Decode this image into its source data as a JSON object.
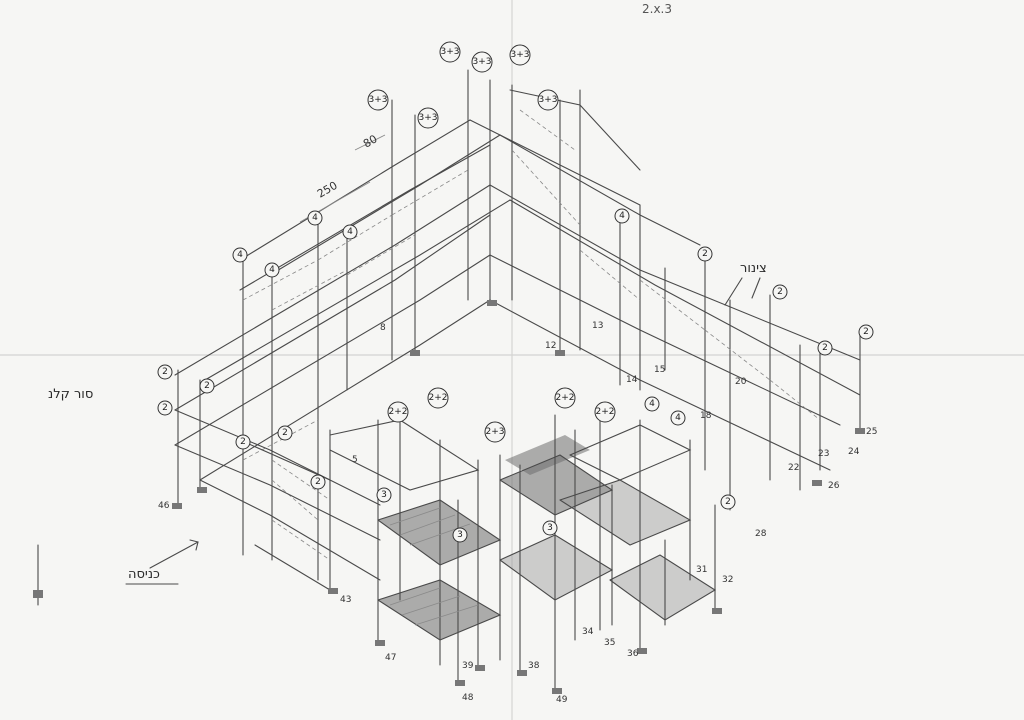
{
  "sheet_code": "2.x.3",
  "hebrew_notes": {
    "entrance": "כניסה",
    "floor_note": "סור קלנ",
    "side_note": "צינור"
  },
  "dimension_label": "250",
  "dimension_label_short": "80",
  "level_markers": [
    {
      "text": "3+3"
    },
    {
      "text": "3+3"
    },
    {
      "text": "3+3"
    },
    {
      "text": "3+3"
    },
    {
      "text": "3+3"
    },
    {
      "text": "3+3"
    },
    {
      "text": "4"
    },
    {
      "text": "4"
    },
    {
      "text": "4"
    },
    {
      "text": "4"
    },
    {
      "text": "4"
    },
    {
      "text": "2"
    },
    {
      "text": "2"
    },
    {
      "text": "2"
    },
    {
      "text": "2"
    },
    {
      "text": "2"
    },
    {
      "text": "2"
    },
    {
      "text": "2"
    },
    {
      "text": "2"
    },
    {
      "text": "2+2"
    },
    {
      "text": "2+2"
    },
    {
      "text": "2+2"
    },
    {
      "text": "2+2"
    },
    {
      "text": "2+3"
    },
    {
      "text": "3"
    },
    {
      "text": "3"
    },
    {
      "text": "3"
    },
    {
      "text": "4"
    },
    {
      "text": "4"
    },
    {
      "text": "2"
    },
    {
      "text": "2"
    },
    {
      "text": "2"
    }
  ],
  "post_numbers": [
    "46",
    "43",
    "47",
    "48",
    "49",
    "38",
    "39",
    "34",
    "35",
    "36",
    "32",
    "31",
    "26",
    "25",
    "24",
    "23",
    "22",
    "12",
    "13",
    "14",
    "15",
    "18",
    "20",
    "28",
    "5",
    "8"
  ]
}
